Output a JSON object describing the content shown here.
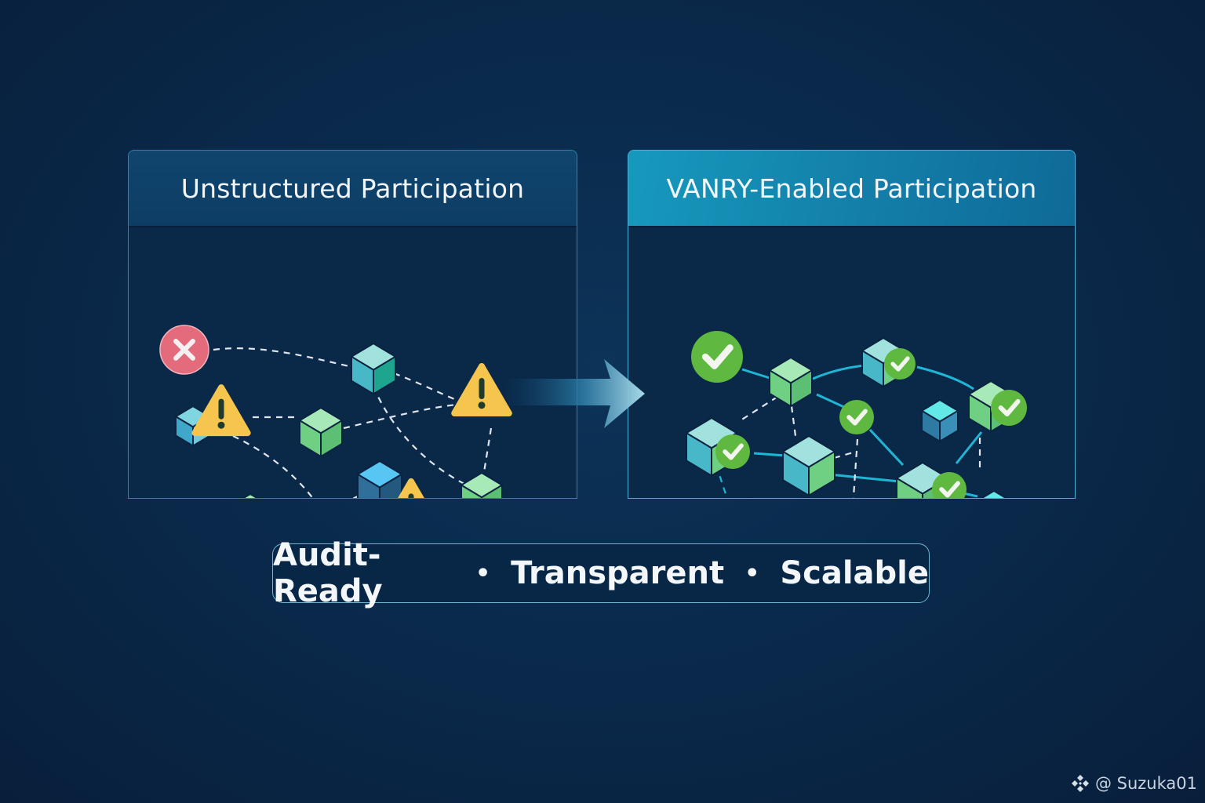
{
  "panels": {
    "left": {
      "title": "Unstructured Participation"
    },
    "right": {
      "title": "VANRY-Enabled Participation"
    }
  },
  "features": {
    "items": [
      "Audit-Ready",
      "Transparent",
      "Scalable"
    ],
    "separator": "•"
  },
  "watermark": {
    "handle": "@ Suzuka01",
    "icon": "binance-logo-icon"
  },
  "colors": {
    "background": "#0a2a4c",
    "error": "#e46b7b",
    "warning": "#f6c54e",
    "success": "#5fb83f",
    "node_green": "#6ccf7f",
    "node_teal": "#2ea4b8",
    "link_cyan": "#1fb6d6"
  },
  "legend_icons": {
    "left": [
      "error-icon",
      "warning-icon"
    ],
    "right": [
      "check-icon"
    ]
  }
}
